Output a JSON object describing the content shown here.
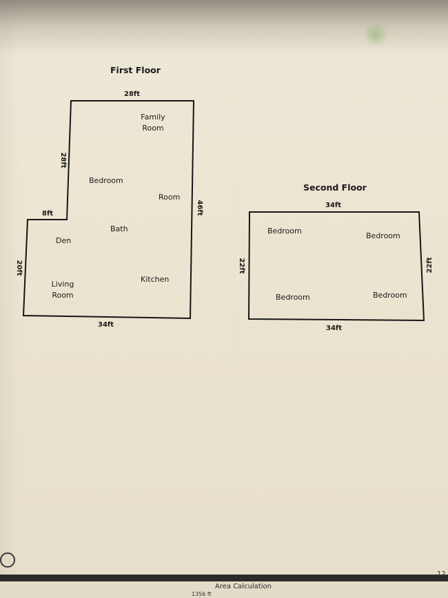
{
  "first_floor": {
    "title": "First Floor",
    "dimensions": {
      "top": "28ft",
      "left_upper": "28ft",
      "step": "8ft",
      "left_lower": "20ft",
      "right": "46ft",
      "bottom": "34ft"
    },
    "rooms": {
      "family_room_line1": "Family",
      "family_room_line2": "Room",
      "bedroom": "Bedroom",
      "room": "Room",
      "bath": "Bath",
      "den": "Den",
      "kitchen": "Kitchen",
      "living_room_line1": "Living",
      "living_room_line2": "Room"
    }
  },
  "second_floor": {
    "title": "Second Floor",
    "dimensions": {
      "top": "34ft",
      "left": "22ft",
      "right": "22ft",
      "bottom": "34ft"
    },
    "rooms": {
      "bedroom_top_left": "Bedroom",
      "bedroom_top_right": "Bedroom",
      "bedroom_bottom_left": "Bedroom",
      "bedroom_bottom_right": "Bedroom"
    }
  },
  "footer": {
    "area_calculation": "Area Calculation",
    "area_value": "1356 ft",
    "page_number": "12"
  }
}
